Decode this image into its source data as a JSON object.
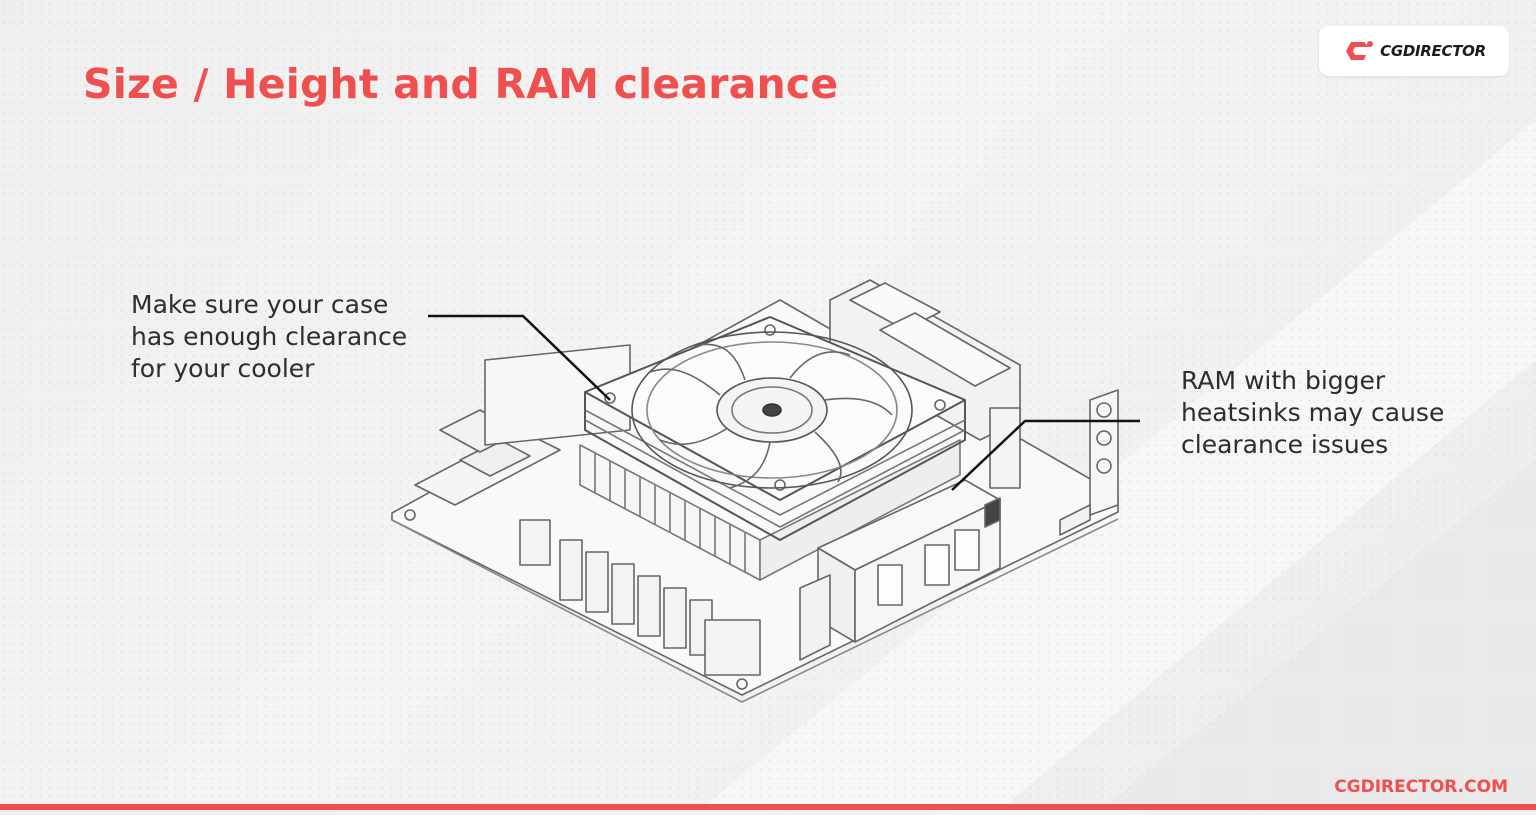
{
  "title": "Size / Height and RAM clearance",
  "logo": {
    "text": "CGDIRECTOR",
    "icon": "cgdirector-logo-icon",
    "accent_color": "#ef4f4f"
  },
  "callouts": {
    "cooler": {
      "lines": [
        "Make sure your case",
        "has enough clearance",
        "for your cooler"
      ]
    },
    "ram": {
      "lines": [
        "RAM with bigger",
        "heatsinks may cause",
        "clearance issues"
      ]
    }
  },
  "illustration": {
    "subject": "motherboard-with-cpu-cooler-and-ram-illustration"
  },
  "footer": {
    "url": "CGDIRECTOR.COM"
  },
  "colors": {
    "accent": "#ef4f4f",
    "text": "#2d2d2d",
    "line_art": "#5a5a5a"
  }
}
